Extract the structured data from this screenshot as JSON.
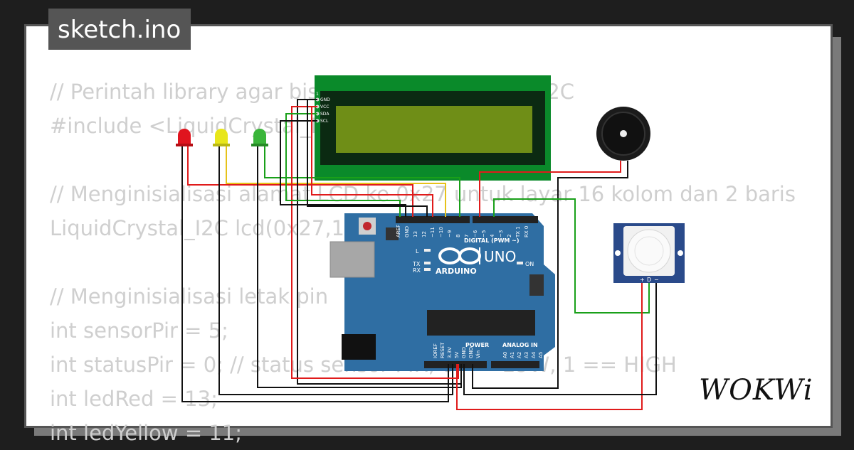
{
  "title": "sketch.ino",
  "logo_text": "WOKWi",
  "code_lines": [
    "// Perintah library agar bisa menggunakan LCD I2C",
    "#include <LiquidCrystal_I2C.h>",
    "",
    "// Menginisialisasi alamat LCD ke 0x27 untuk layar 16 kolom dan 2 baris",
    "LiquidCrystal_I2C lcd(0x27,16,2);",
    "",
    "// Menginisialisasi letak pin",
    "int sensorPir = 5;",
    "int statusPir = 0; // status sensor PIR, 0 == LOW, 1 == HIGH",
    "int ledRed = 13;",
    "int ledYellow = 11;"
  ],
  "lcd": {
    "pins": [
      "GND",
      "VCC",
      "SDA",
      "SCL"
    ],
    "pin_one_label": "1"
  },
  "arduino": {
    "brand": "ARDUINO",
    "model": "UNO",
    "digital_label": "DIGITAL (PWM ~)",
    "power_label": "POWER",
    "analog_label": "ANALOG IN",
    "on_label": "ON",
    "l_label": "L",
    "tx_label": "TX",
    "rx_label": "RX",
    "top_pins": [
      "AREF",
      "GND",
      "13",
      "12",
      "~11",
      "~10",
      "~9",
      "8",
      "7",
      "~6",
      "~5",
      "4",
      "~3",
      "2",
      "TX 1",
      "RX 0"
    ],
    "power_pins": [
      "IOREF",
      "RESET",
      "3.3V",
      "5V",
      "GND",
      "GND",
      "Vin"
    ],
    "analog_pins": [
      "A0",
      "A1",
      "A2",
      "A3",
      "A4",
      "A5"
    ]
  },
  "pir": {
    "pins": [
      "+",
      "D",
      "−"
    ]
  },
  "colors": {
    "background": "#1e1e1e",
    "board": "#2f6ea3",
    "lcd_pcb": "#0a8a2a",
    "lcd_screen": "#6f8e17",
    "pir_board": "#2a4a8a",
    "led_red": "#e0141e",
    "led_yellow": "#e8e61a",
    "led_green": "#3ab53a",
    "wire_red": "#e01b1b",
    "wire_green": "#19a019",
    "wire_yellow": "#e6c21a",
    "wire_black": "#111111"
  }
}
